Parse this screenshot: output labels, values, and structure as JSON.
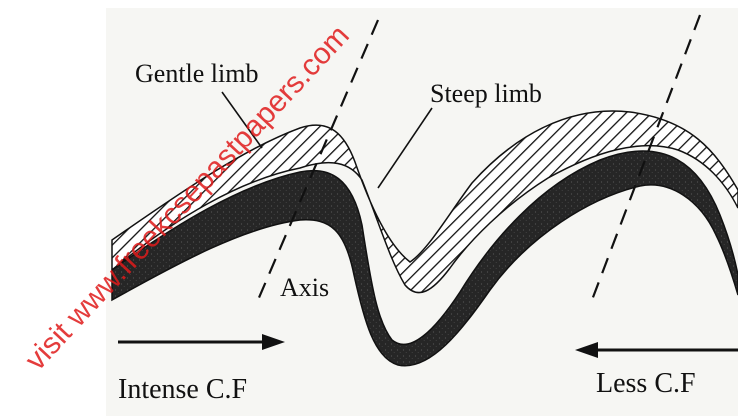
{
  "labels": {
    "gentle_limb": "Gentle limb",
    "steep_limb": "Steep limb",
    "axis": "Axis",
    "intense_cf": "Intense C.F",
    "less_cf": "Less C.F"
  },
  "watermark": "visit www.freekcsepastpapers.com",
  "colors": {
    "page": "#f6f6f3",
    "ink": "#111111",
    "dark_layer": "#262626",
    "watermark": "#e01b1b"
  }
}
